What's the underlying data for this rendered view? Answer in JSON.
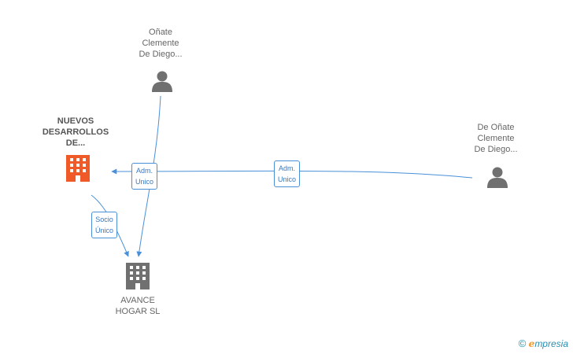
{
  "nodes": {
    "person_top": {
      "lines": [
        "Oñate",
        "Clemente",
        "De Diego..."
      ],
      "icon": "person-icon"
    },
    "person_right": {
      "lines": [
        "De Oñate",
        "Clemente",
        "De Diego..."
      ],
      "icon": "person-icon"
    },
    "company_left": {
      "lines": [
        "NUEVOS",
        "DESARROLLOS",
        "DE..."
      ],
      "icon": "building-icon",
      "color": "#f05a28"
    },
    "company_bottom": {
      "lines": [
        "AVANCE",
        "HOGAR SL"
      ],
      "icon": "building-icon",
      "color": "#707070"
    }
  },
  "relations": {
    "adm_left": {
      "lines": [
        "Adm.",
        "Unico"
      ]
    },
    "adm_right": {
      "lines": [
        "Adm.",
        "Unico"
      ]
    },
    "socio": {
      "lines": [
        "Socio",
        "Único"
      ]
    }
  },
  "colors": {
    "edge": "#4a90d9",
    "person": "#707070"
  },
  "brand": {
    "copyright": "©",
    "e": "e",
    "rest": "mpresia"
  }
}
